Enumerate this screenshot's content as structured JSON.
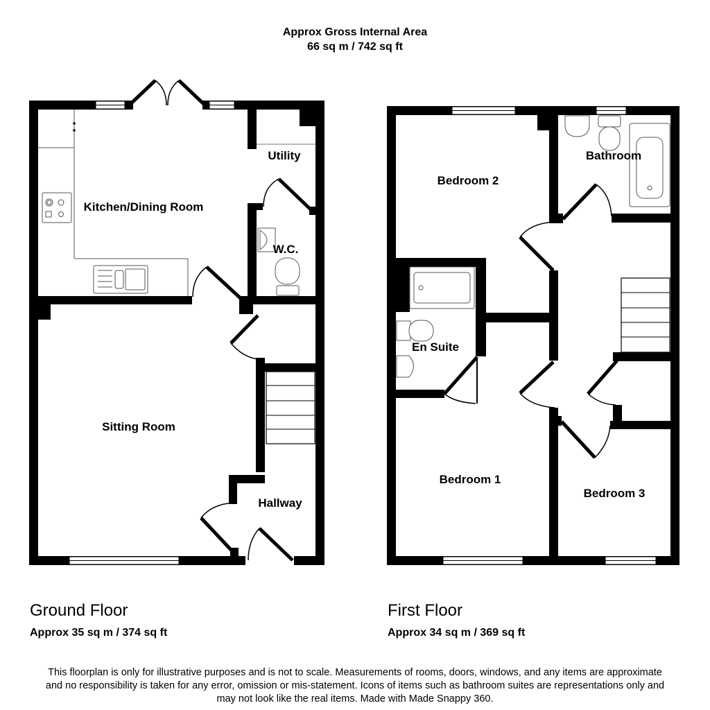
{
  "header": {
    "title": "Approx Gross Internal Area",
    "total_area": "66 sq m / 742 sq ft"
  },
  "ground_floor": {
    "title": "Ground Floor",
    "area": "Approx 35 sq m / 374 sq ft",
    "rooms": {
      "kitchen": "Kitchen/Dining Room",
      "utility": "Utility",
      "wc": "W.C.",
      "sitting": "Sitting Room",
      "hallway": "Hallway"
    }
  },
  "first_floor": {
    "title": "First Floor",
    "area": "Approx 34 sq m / 369 sq ft",
    "rooms": {
      "bedroom2": "Bedroom 2",
      "bathroom": "Bathroom",
      "ensuite": "En Suite",
      "bedroom1": "Bedroom 1",
      "bedroom3": "Bedroom 3"
    }
  },
  "disclaimer": {
    "line1": "This floorplan is only for illustrative purposes and is not to scale. Measurements of rooms, doors, windows, and any items are approximate",
    "line2": "and no responsibility is taken for any error, omission or mis-statement. Icons of items such as bathroom suites are representations only and",
    "line3": "may not look like the real items. Made with Made Snappy 360."
  },
  "colors": {
    "wall": "#000000",
    "background": "#ffffff",
    "fixture_stroke": "#555555"
  }
}
